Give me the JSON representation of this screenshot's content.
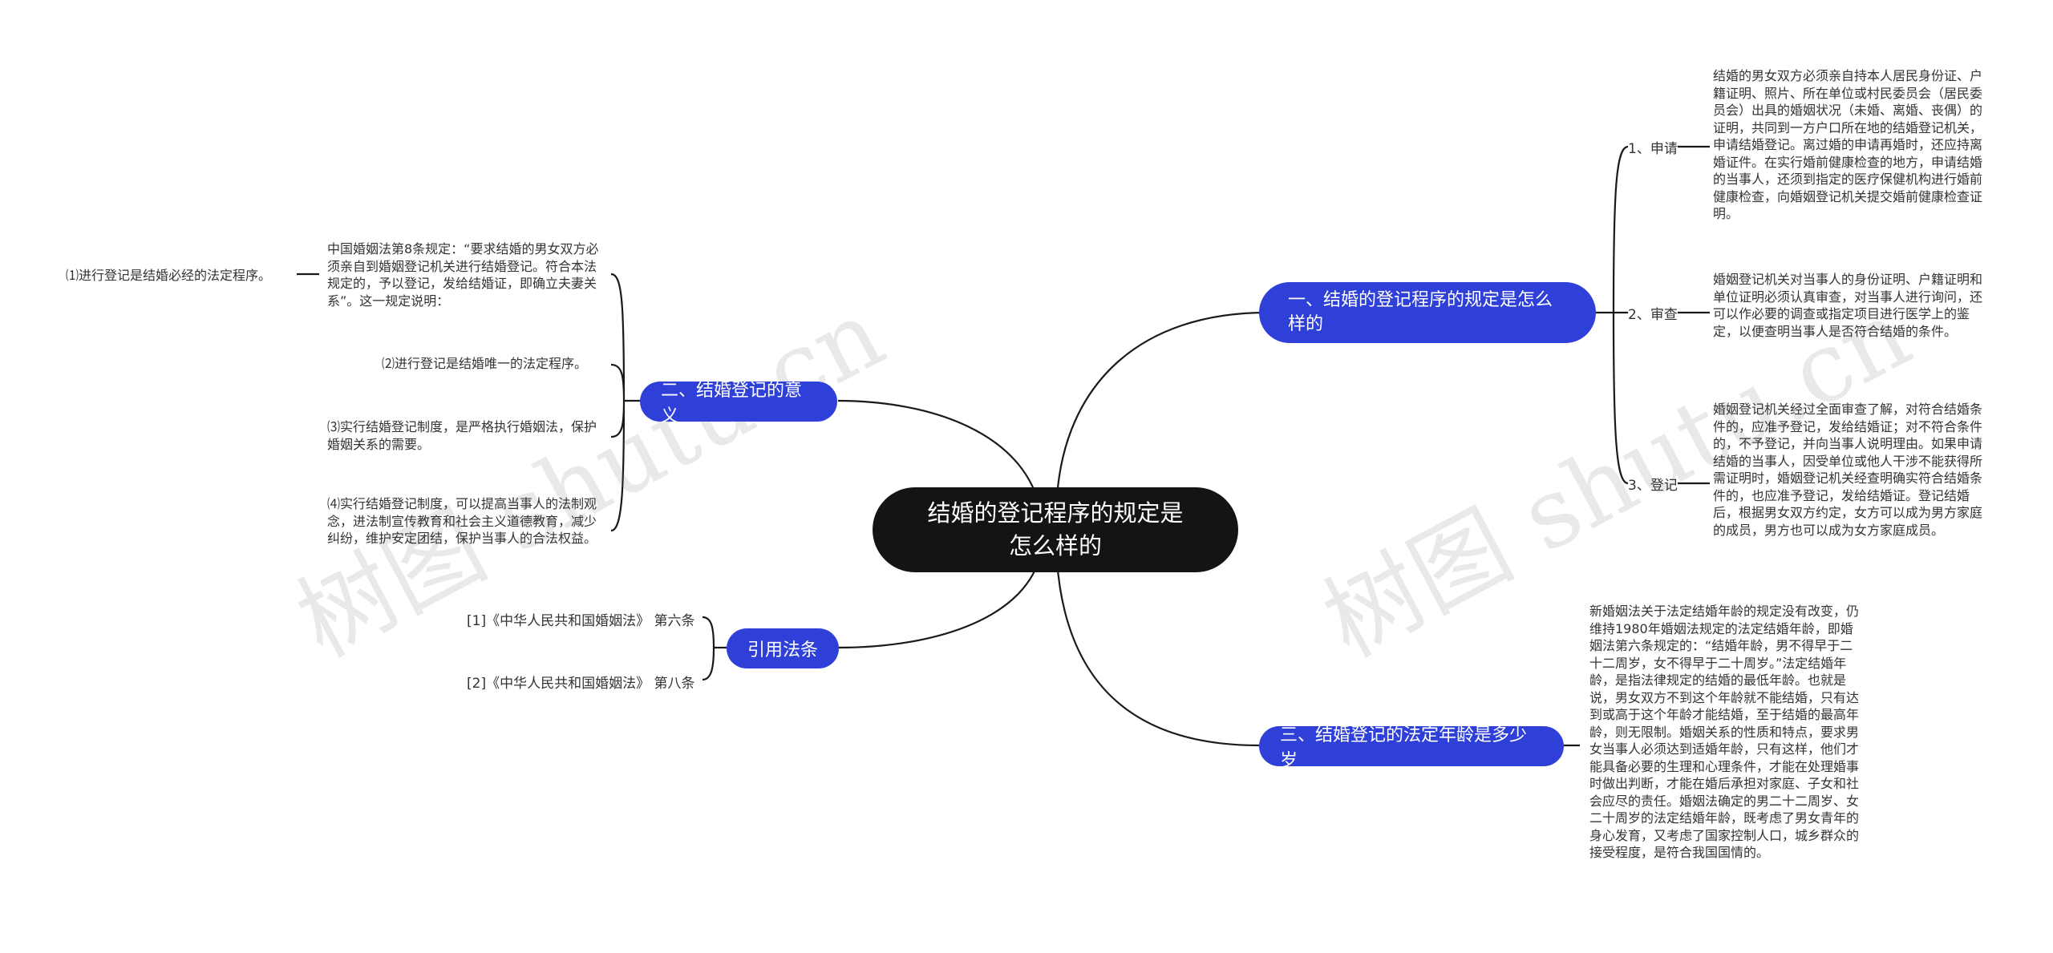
{
  "root": {
    "title": "结婚的登记程序的规定是怎么样的"
  },
  "branch_1": {
    "title": "一、结婚的登记程序的规定是怎么样的",
    "steps": [
      {
        "label": "1、申请",
        "text": "结婚的男女双方必须亲自持本人居民身份证、户籍证明、照片、所在单位或村民委员会（居民委员会）出具的婚姻状况（未婚、离婚、丧偶）的证明，共同到一方户口所在地的结婚登记机关，申请结婚登记。离过婚的申请再婚时，还应持离婚证件。在实行婚前健康检查的地方，申请结婚的当事人，还须到指定的医疗保健机构进行婚前健康检查，向婚姻登记机关提交婚前健康检查证明。"
      },
      {
        "label": "2、审查",
        "text": "婚姻登记机关对当事人的身份证明、户籍证明和单位证明必须认真审查，对当事人进行询问，还可以作必要的调查或指定项目进行医学上的鉴定，以便查明当事人是否符合结婚的条件。"
      },
      {
        "label": "3、登记",
        "text": "婚姻登记机关经过全面审查了解，对符合结婚条件的，应准予登记，发给结婚证；对不符合条件的，不予登记，并向当事人说明理由。如果申请结婚的当事人，因受单位或他人干涉不能获得所需证明时，婚姻登记机关经查明确实符合结婚条件的，也应准予登记，发给结婚证。登记结婚后，根据男女双方约定，女方可以成为男方家庭的成员，男方也可以成为女方家庭成员。"
      }
    ]
  },
  "branch_2": {
    "title": "二、结婚登记的意义",
    "intro": "中国婚姻法第8条规定：“要求结婚的男女双方必须亲自到婚姻登记机关进行结婚登记。符合本法规定的，予以登记，发给结婚证，即确立夫妻关系”。这一规定说明：",
    "intro_child": "⑴进行登记是结婚必经的法定程序。",
    "points": [
      "⑵进行登记是结婚唯一的法定程序。",
      "⑶实行结婚登记制度，是严格执行婚姻法，保护婚姻关系的需要。",
      "⑷实行结婚登记制度，可以提高当事人的法制观念，进法制宣传教育和社会主义道德教育，减少纠纷，维护安定团结，保护当事人的合法权益。"
    ]
  },
  "branch_3": {
    "title": "三、结婚登记的法定年龄是多少岁",
    "text": "新婚姻法关于法定结婚年龄的规定没有改变，仍维持1980年婚姻法规定的法定结婚年龄，即婚姻法第六条规定的：“结婚年龄，男不得早于二十二周岁，女不得早于二十周岁。”法定结婚年龄，是指法律规定的结婚的最低年龄。也就是说，男女双方不到这个年龄就不能结婚，只有达到或高于这个年龄才能结婚，至于结婚的最高年龄，则无限制。婚姻关系的性质和特点，要求男女当事人必须达到适婚年龄，只有这样，他们才能具备必要的生理和心理条件，才能在处理婚事时做出判断，才能在婚后承担对家庭、子女和社会应尽的责任。婚姻法确定的男二十二周岁、女二十周岁的法定结婚年龄，既考虑了男女青年的身心发育，又考虑了国家控制人口，城乡群众的接受程度，是符合我国国情的。"
  },
  "branch_4": {
    "title": "引用法条",
    "refs": [
      "[1]《中华人民共和国婚姻法》 第六条",
      "[2]《中华人民共和国婚姻法》 第八条"
    ]
  },
  "watermark": {
    "text": "树图 shutu.cn"
  },
  "colors": {
    "topic": "#2f40d8",
    "root": "#141414",
    "line": "#1a1a1a"
  }
}
